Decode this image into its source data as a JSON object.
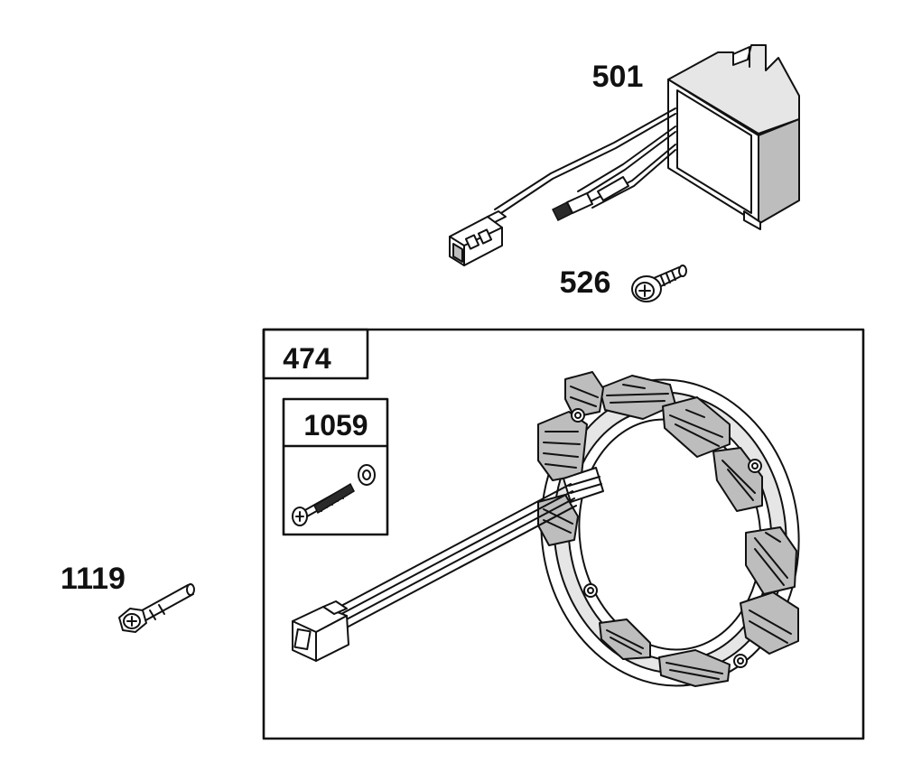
{
  "parts": {
    "regulator": {
      "label": "501"
    },
    "screw_526": {
      "label": "526"
    },
    "alternator_kit": {
      "label": "474"
    },
    "screw_kit": {
      "label": "1059"
    },
    "bolt_1119": {
      "label": "1119"
    }
  },
  "colors": {
    "line": "#111111",
    "background": "#ffffff",
    "shade_light": "#e6e6e6",
    "shade_mid": "#bdbdbd"
  }
}
